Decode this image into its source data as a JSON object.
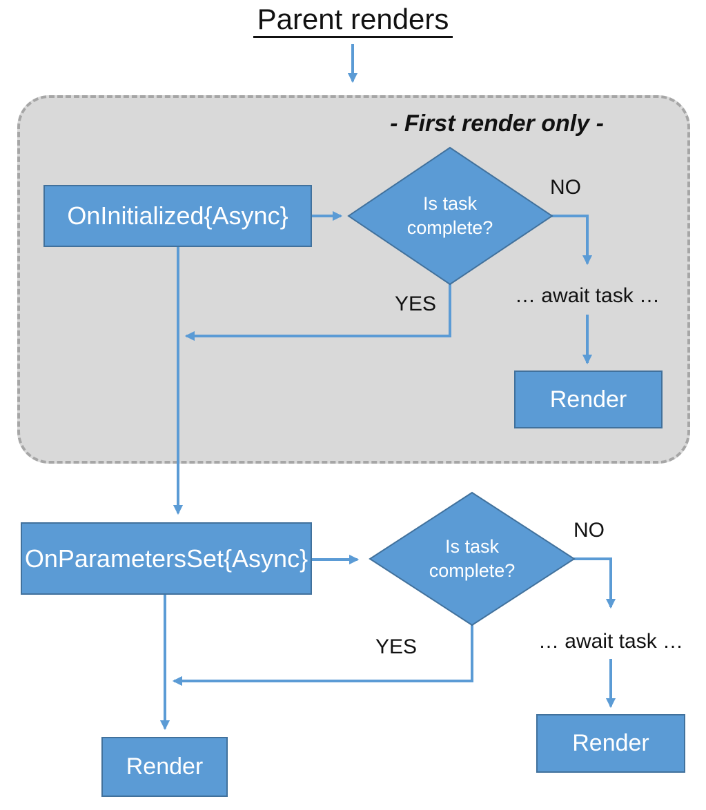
{
  "title": "Parent renders",
  "first_render_group": {
    "caption": "- First render only -",
    "on_initialized": "OnInitialized{Async}",
    "decision": "Is task complete?",
    "no": "NO",
    "yes": "YES",
    "await_task": "… await task …",
    "render": "Render"
  },
  "parameters_flow": {
    "on_parameters_set": "OnParametersSet{Async}",
    "decision": "Is task complete?",
    "no": "NO",
    "yes": "YES",
    "await_task": "… await task …",
    "render_after_await": "Render",
    "render_final": "Render"
  },
  "colors": {
    "node_fill": "#5b9bd5",
    "node_border": "#41719c",
    "connector": "#5b9bd5",
    "group_fill": "#d9d9d9",
    "group_border": "#a6a6a6",
    "text_on_node": "#ffffff",
    "text_default": "#111111"
  }
}
